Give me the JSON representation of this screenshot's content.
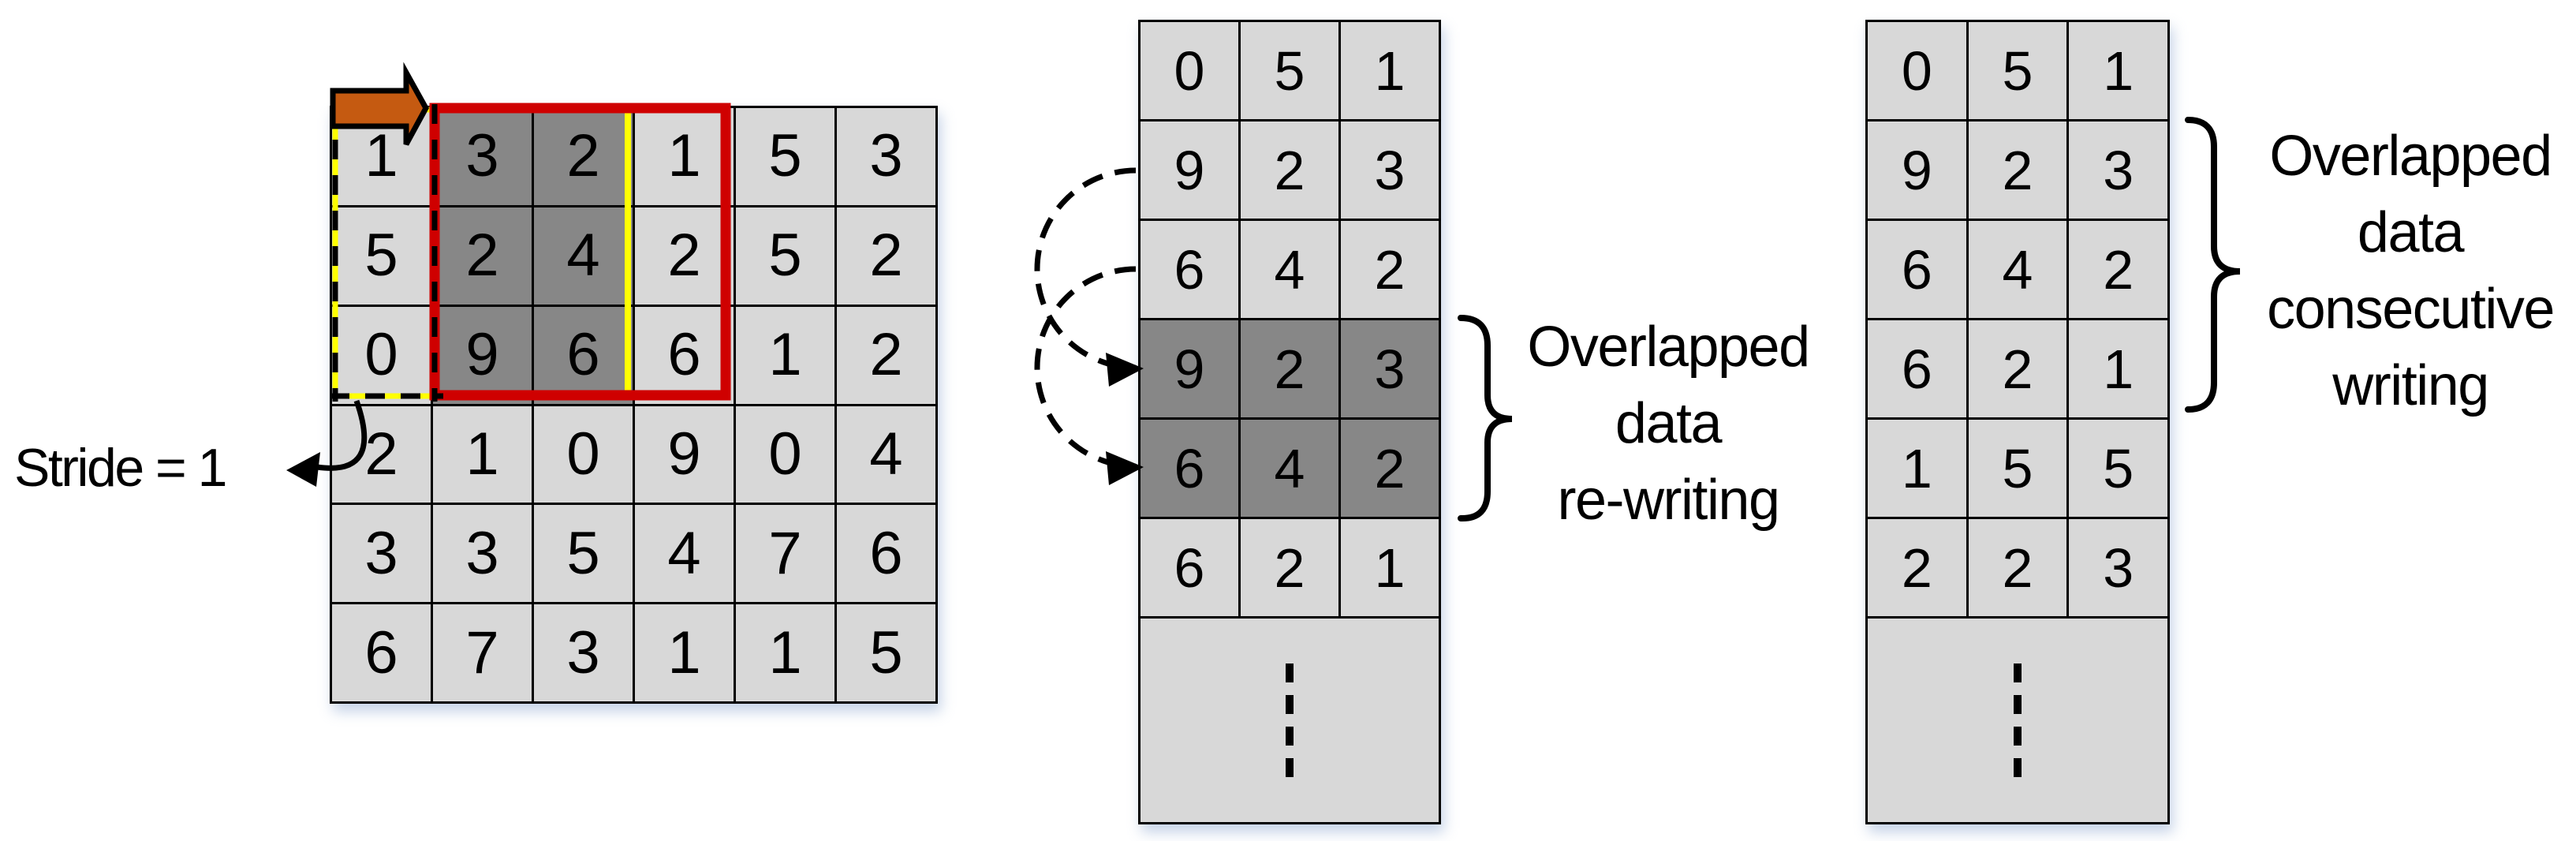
{
  "figure": {
    "stride_label": "Stride = 1",
    "left_grid": {
      "rows": [
        [
          1,
          3,
          2,
          1,
          5,
          3
        ],
        [
          5,
          2,
          4,
          2,
          5,
          2
        ],
        [
          0,
          9,
          6,
          6,
          1,
          2
        ],
        [
          2,
          1,
          0,
          9,
          0,
          4
        ],
        [
          3,
          3,
          5,
          4,
          7,
          6
        ],
        [
          6,
          7,
          3,
          1,
          1,
          5
        ]
      ],
      "dark_region": {
        "row_start": 0,
        "row_end": 2,
        "col_start": 1,
        "col_end": 2
      }
    },
    "rewrite_column": {
      "rows": [
        [
          0,
          5,
          1
        ],
        [
          9,
          2,
          3
        ],
        [
          6,
          4,
          2
        ],
        [
          9,
          2,
          3
        ],
        [
          6,
          4,
          2
        ],
        [
          6,
          2,
          1
        ]
      ],
      "dark_rows": [
        3,
        4
      ],
      "ellipsis": "⋮",
      "label_lines": [
        "Overlapped",
        "data",
        "re-writing"
      ]
    },
    "consecutive_column": {
      "rows": [
        [
          0,
          5,
          1
        ],
        [
          9,
          2,
          3
        ],
        [
          6,
          4,
          2
        ],
        [
          6,
          2,
          1
        ],
        [
          1,
          5,
          5
        ],
        [
          2,
          2,
          3
        ]
      ],
      "dark_rows": [],
      "ellipsis": "⋮",
      "label_lines": [
        "Overlapped",
        "data",
        "consecutive",
        "writing"
      ]
    },
    "colors": {
      "cell_light": "#d8d8d8",
      "cell_dark": "#878787",
      "grid_line": "#000000",
      "window_red": "#cf0000",
      "window_yellow": "#ffff00",
      "arrow_orange": "#c55a11",
      "shadow": "rgba(130,160,205,0.45)"
    }
  }
}
